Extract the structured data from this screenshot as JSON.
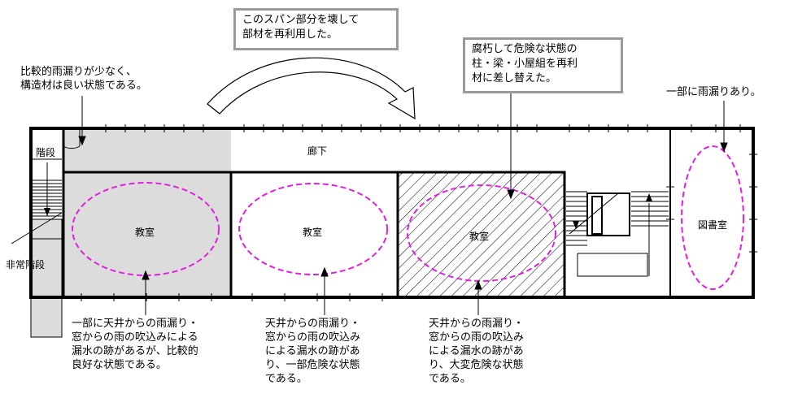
{
  "callouts": {
    "reuse_note": "このスパン部分を壊して\n部材を再利用した。",
    "replace_note": "腐朽して危険な状態の\n柱・梁・小屋組を再利\n材に差し替えた。",
    "good_structure_note": "比較的雨漏りが少なく、\n構造材は良い状態である。",
    "library_leak_note": "一部に雨漏りあり。",
    "room1_note": "一部に天井からの雨漏り・\n窓からの雨の吹込みによる\n漏水の跡があるが、比較的\n良好な状態である。",
    "room2_note": "天井からの雨漏り・\n窓からの雨の吹込み\nによる漏水の跡があ\nり、一部危険な状態\nである。",
    "room3_note": "天井からの雨漏り・\n窓からの雨の吹込み\nによる漏水の跡があ\nり、大変危険な状態\nである。"
  },
  "rooms": {
    "stairs": "階段",
    "emergency_stairs": "非常階段",
    "corridor": "廊下",
    "classroom_1": "教室",
    "classroom_2": "教室",
    "classroom_3": "教室",
    "library": "図書室"
  },
  "colors": {
    "wall": "#000000",
    "shaded_room": "#dcdcdc",
    "leak_outline": "#e020e0",
    "callout_border": "#9a9a9a"
  }
}
